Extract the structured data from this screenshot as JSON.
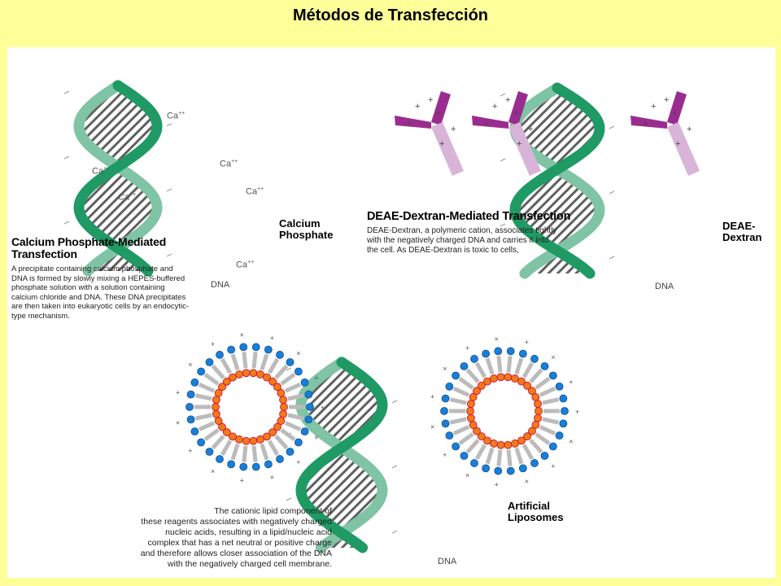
{
  "title": "Métodos de Transfección",
  "calcium": {
    "ion_base": "Ca",
    "ion_charge": "++",
    "dna_label": "DNA",
    "reagent_line1": "Calcium",
    "reagent_line2": "Phosphate",
    "heading_line1": "Calcium Phosphate-Mediated",
    "heading_line2": "Transfection",
    "body_lines": [
      "A precipitate containing calcium phosphate and",
      "DNA is formed by slowly mixing a HEPES-buffered",
      "phosphate solution with a solution containing",
      "calcium chloride and DNA. These DNA precipitates",
      "are then taken into eukaryotic cells by an endocytic-",
      "type mechanism."
    ]
  },
  "deae": {
    "heading": "DEAE-Dextran-Mediated Transfection",
    "body_lines": [
      "DEAE-Dextran, a polymeric cation, associates tightly",
      "with the negatively charged DNA and carries it into",
      "the cell. As DEAE-Dextran is toxic to cells,"
    ],
    "reagent_line1": "DEAE-",
    "reagent_line2": "Dextran",
    "dna_label": "DNA"
  },
  "lipo": {
    "reagent_line1": "Artificial",
    "reagent_line2": "Liposomes",
    "dna_label": "DNA",
    "body_lines": [
      "The cationic lipid component of",
      "these reagents associates with negatively charged",
      "nucleic acids, resulting in a lipid/nucleic acid",
      "complex that has a net neutral or positive charge",
      "and therefore allows closer association of the DNA",
      "with the negatively charged cell membrane."
    ]
  },
  "colors": {
    "background": "#ffff99",
    "strand_light": "#7fc4a4",
    "strand_dark": "#1f9a64",
    "dextran_dark": "#9b2c8f",
    "dextran_light": "#d9b4d9",
    "lipid_head": "#1a7fd4",
    "lipid_tail_head": "#f07a1a"
  },
  "symbols": {
    "plus": "+",
    "minus": "-",
    "neutral": "×"
  }
}
